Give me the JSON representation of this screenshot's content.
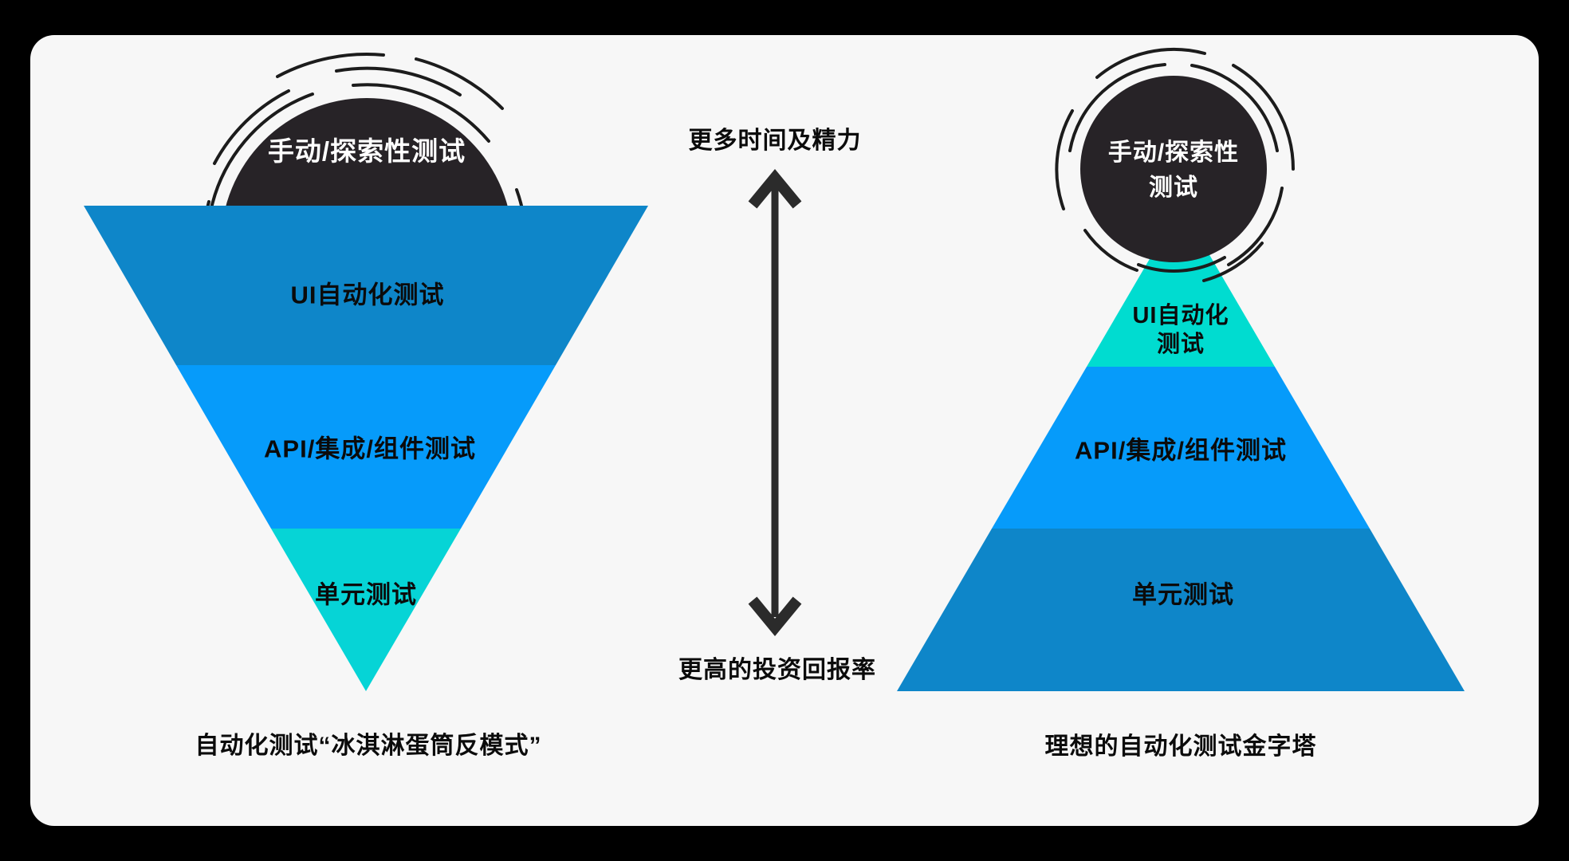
{
  "title": "测试金字塔对比图",
  "colors": {
    "outer_background": "#000000",
    "panel_background": "#f7f7f7",
    "dark_circle": "#272327",
    "sketch_stroke": "#1c1c1c",
    "arrow": "#2b2b2b",
    "band_dark_blue": "#0e86c9",
    "band_bright_blue": "#069bfa",
    "band_cyan_left": "#06d4d6",
    "band_cyan_right": "#00dcd0",
    "text_dark": "#0b0b0b",
    "text_light": "#ffffff"
  },
  "left_diagram": {
    "bubble_label": "手动/探索性测试",
    "layers": [
      {
        "label": "UI自动化测试",
        "color": "#0e86c9"
      },
      {
        "label": "API/集成/组件测试",
        "color": "#069bfa"
      },
      {
        "label": "单元测试",
        "color": "#06d4d6"
      }
    ],
    "caption": "自动化测试“冰淇淋蛋筒反模式”"
  },
  "center_axis": {
    "top_label": "更多时间及精力",
    "bottom_label": "更高的投资回报率"
  },
  "right_diagram": {
    "bubble_label_line1": "手动/探索性",
    "bubble_label_line2": "测试",
    "layers": [
      {
        "label_line1": "UI自动化",
        "label_line2": "测试",
        "color": "#00dcd0"
      },
      {
        "label": "API/集成/组件测试",
        "color": "#069bfa"
      },
      {
        "label": "单元测试",
        "color": "#0e86c9"
      }
    ],
    "caption": "理想的自动化测试金字塔"
  }
}
